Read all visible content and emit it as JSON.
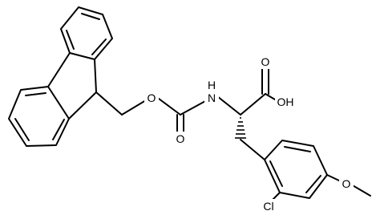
{
  "molecule": {
    "atom_labels": {
      "hydroxyl": "OH",
      "carboxyl_oxygen": "O",
      "amide_nitrogen": "H\nN",
      "amide_nitrogen_h": "H",
      "amide_nitrogen_n": "N",
      "carbonyl_oxygen": "O",
      "ester_oxygen": "O",
      "chlorine": "Cl",
      "ether_oxygen": "O"
    }
  }
}
